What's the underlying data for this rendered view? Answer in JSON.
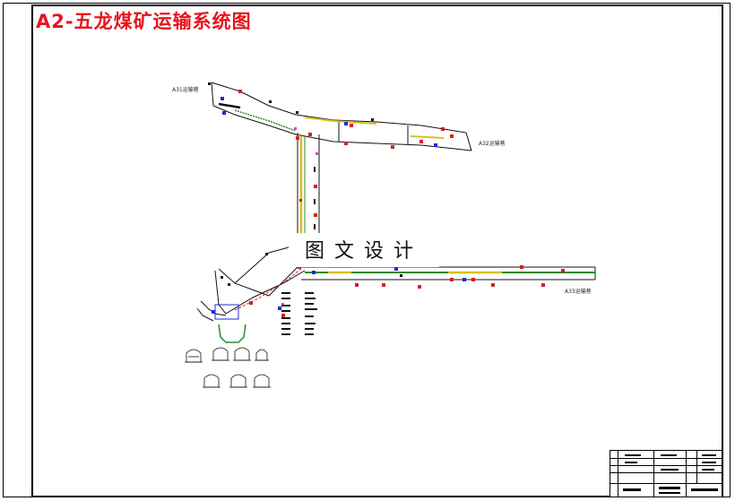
{
  "drawing": {
    "title": "A2-五龙煤矿运输系统图",
    "watermark": "图文设计",
    "lane_labels": {
      "upper_left": "A31运输巷",
      "upper_right": "A32运输巷",
      "lower_right": "A33运输巷"
    }
  },
  "colors": {
    "title": "#e8141e",
    "belt_green": "#2a8a2a",
    "belt_yellow": "#d8c020",
    "device_red": "#d8201e",
    "device_blue": "#1e2ad8",
    "lines": "#111111"
  }
}
